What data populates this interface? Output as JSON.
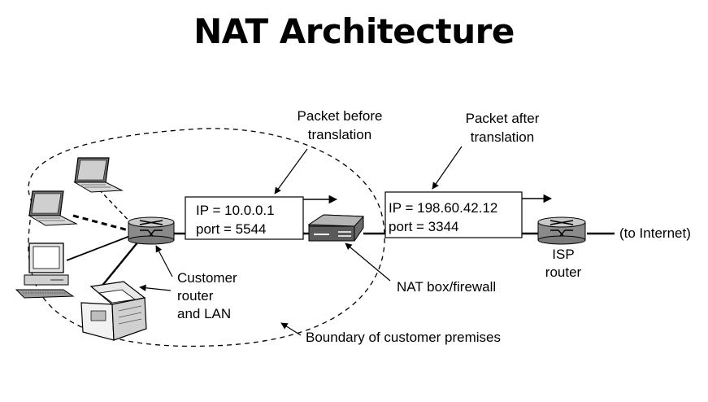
{
  "title": "NAT Architecture",
  "callouts": {
    "packet_before": [
      "Packet before",
      "translation"
    ],
    "packet_after": [
      "Packet after",
      "translation"
    ],
    "customer_router": [
      "Customer",
      "router",
      "and LAN"
    ],
    "nat_box": "NAT box/firewall",
    "boundary": "Boundary of customer premises",
    "isp_router": [
      "ISP",
      "router"
    ],
    "internet": "(to Internet)"
  },
  "packets": {
    "before": {
      "ip": "IP = 10.0.0.1",
      "port": "port = 5544"
    },
    "after": {
      "ip": "IP = 198.60.42.12",
      "port": "port = 3344"
    }
  },
  "icons": [
    "router-icon",
    "laptop-icon",
    "desktop-computer-icon",
    "printer-icon",
    "nat-box-icon"
  ]
}
